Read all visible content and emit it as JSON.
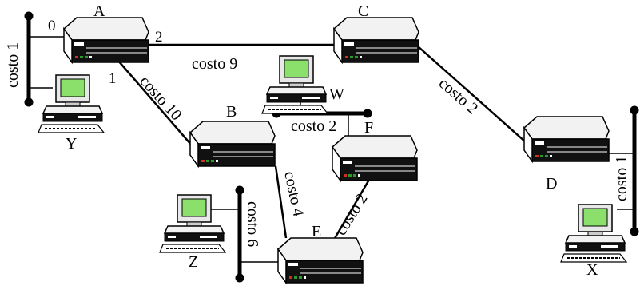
{
  "routers": {
    "A": {
      "label": "A",
      "ports": {
        "p0": "0",
        "p1": "1",
        "p2": "2"
      }
    },
    "B": {
      "label": "B"
    },
    "C": {
      "label": "C"
    },
    "D": {
      "label": "D"
    },
    "E": {
      "label": "E"
    },
    "F": {
      "label": "F"
    }
  },
  "hosts": {
    "W": {
      "label": "W"
    },
    "X": {
      "label": "X"
    },
    "Y": {
      "label": "Y"
    },
    "Z": {
      "label": "Z"
    }
  },
  "costs": {
    "lan_y": "costo 1",
    "a_c": "costo 9",
    "a_b": "costo 10",
    "lan_w": "costo 2",
    "c_d": "costo 2",
    "lan_x": "costo 1",
    "b_e": "costo 4",
    "f_e": "costo 2",
    "lan_z": "costo 6"
  },
  "colors": {
    "ink": "#000000",
    "screen": "#8ae06a",
    "led_red": "#d03020",
    "led_green": "#2a9a2a",
    "case_light": "#f2f2f2",
    "case_dark": "#111111"
  }
}
